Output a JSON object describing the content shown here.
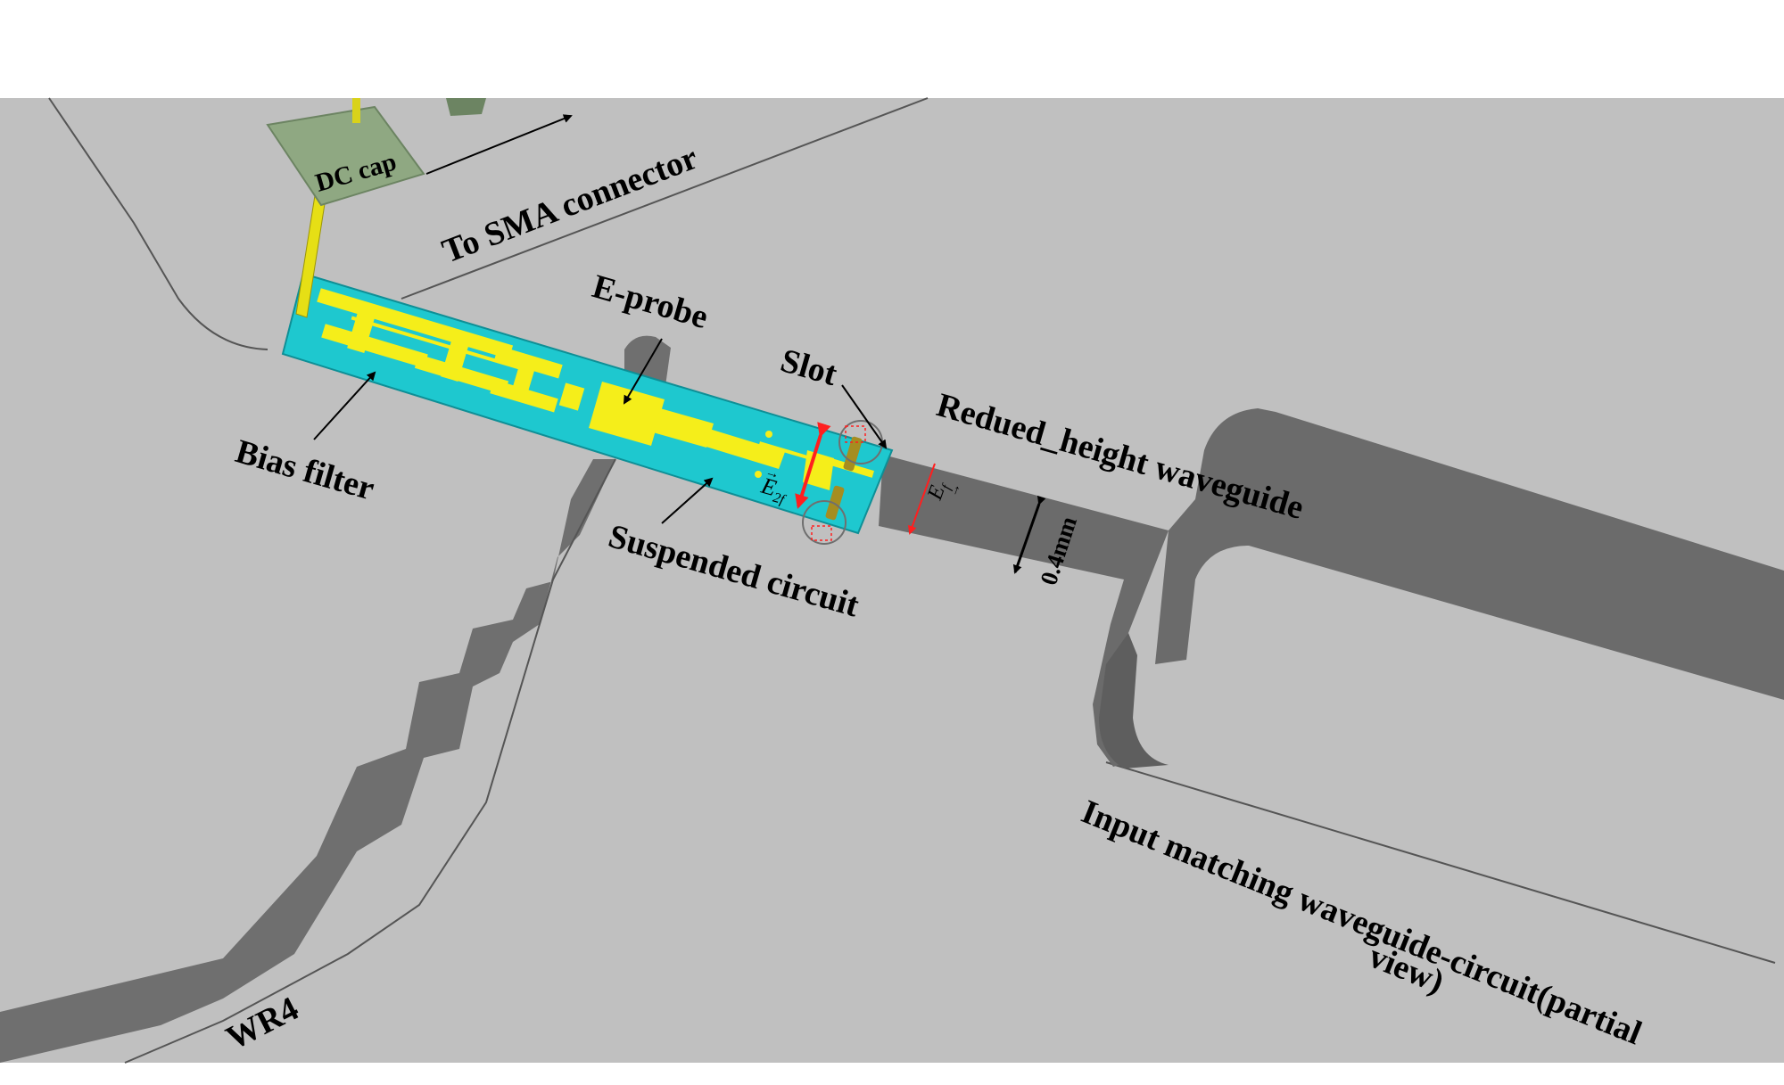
{
  "labels": {
    "dc_cap": "DC cap",
    "to_sma": "To SMA connector",
    "e_probe": "E-probe",
    "slot": "Slot",
    "reduced_height": "Redued_height waveguide",
    "bias_filter": "Bias filter",
    "suspended_circuit": "Suspended circuit",
    "dimension": "0.4mm",
    "input_matching_line1": "Input matching waveguide-circuit(partial",
    "input_matching_line2": "view)",
    "wr4": "WR4",
    "field_e2f": "E",
    "field_e2f_sub": "2f",
    "field_ef": "E",
    "field_ef_sub": "f"
  },
  "colors": {
    "background": "#ffffff",
    "metal_top": "#c0c0c0",
    "wall_face": "#6f6f6f",
    "waveguide_channel": "#6b6b6b",
    "substrate": "#1ec8cf",
    "gold": "#f5ee1a",
    "dc_cap": "#8fa882",
    "field_arrow": "#ff1f1f",
    "label": "#000000"
  }
}
